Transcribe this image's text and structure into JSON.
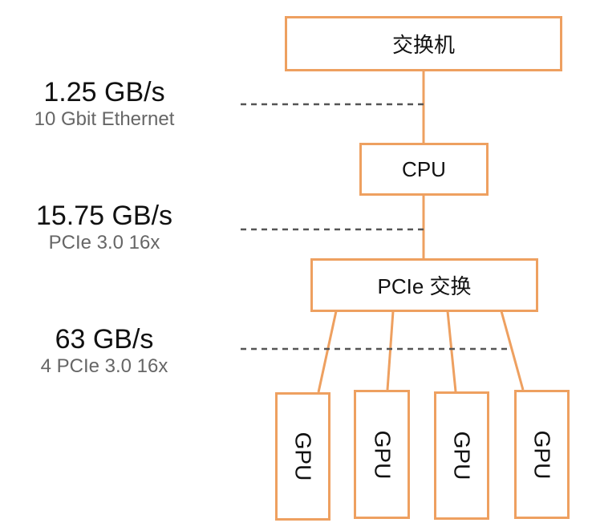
{
  "nodes": {
    "switch": "交换机",
    "cpu": "CPU",
    "pcie_switch": "PCIe 交换",
    "gpus": [
      "GPU",
      "GPU",
      "GPU",
      "GPU"
    ]
  },
  "bandwidths": [
    {
      "rate": "1.25 GB/s",
      "link": "10 Gbit Ethernet"
    },
    {
      "rate": "15.75 GB/s",
      "link": "PCIe 3.0 16x"
    },
    {
      "rate": "63 GB/s",
      "link": "4 PCIe 3.0 16x"
    }
  ],
  "colors": {
    "box_border": "#eea060",
    "dash": "#555555",
    "secondary_text": "#666666"
  }
}
